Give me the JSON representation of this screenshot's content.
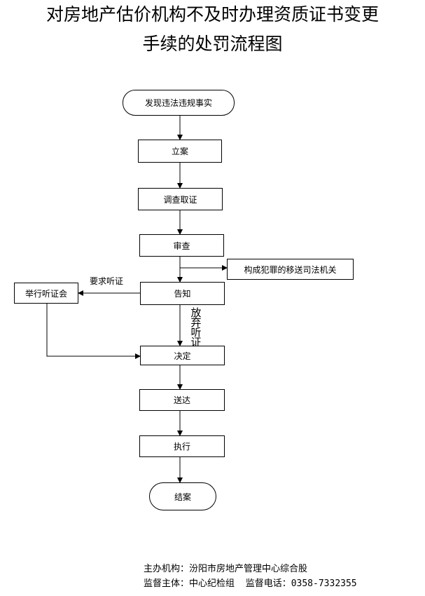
{
  "title": {
    "line1": "对房地产估价机构不及时办理资质证书变更",
    "line2": "手续的处罚流程图"
  },
  "nodes": {
    "start": "发现违法违规事实",
    "file_case": "立案",
    "investigate": "调查取证",
    "review": "审查",
    "criminal_transfer": "构成犯罪的移送司法机关",
    "notify": "告知",
    "hearing": "举行听证会",
    "decision": "决定",
    "deliver": "送达",
    "execute": "执行",
    "close": "结案"
  },
  "edge_labels": {
    "request_hearing": "要求听证",
    "waive_hearing": [
      "放",
      "弃",
      "听",
      "证"
    ]
  },
  "footer": {
    "organizer_label": "主办机构：",
    "organizer": "汾阳市房地产管理中心综合股",
    "supervisor_label": "监督主体：",
    "supervisor": "中心纪检组",
    "phone_label": "监督电话：",
    "phone": "0358-7332355"
  }
}
